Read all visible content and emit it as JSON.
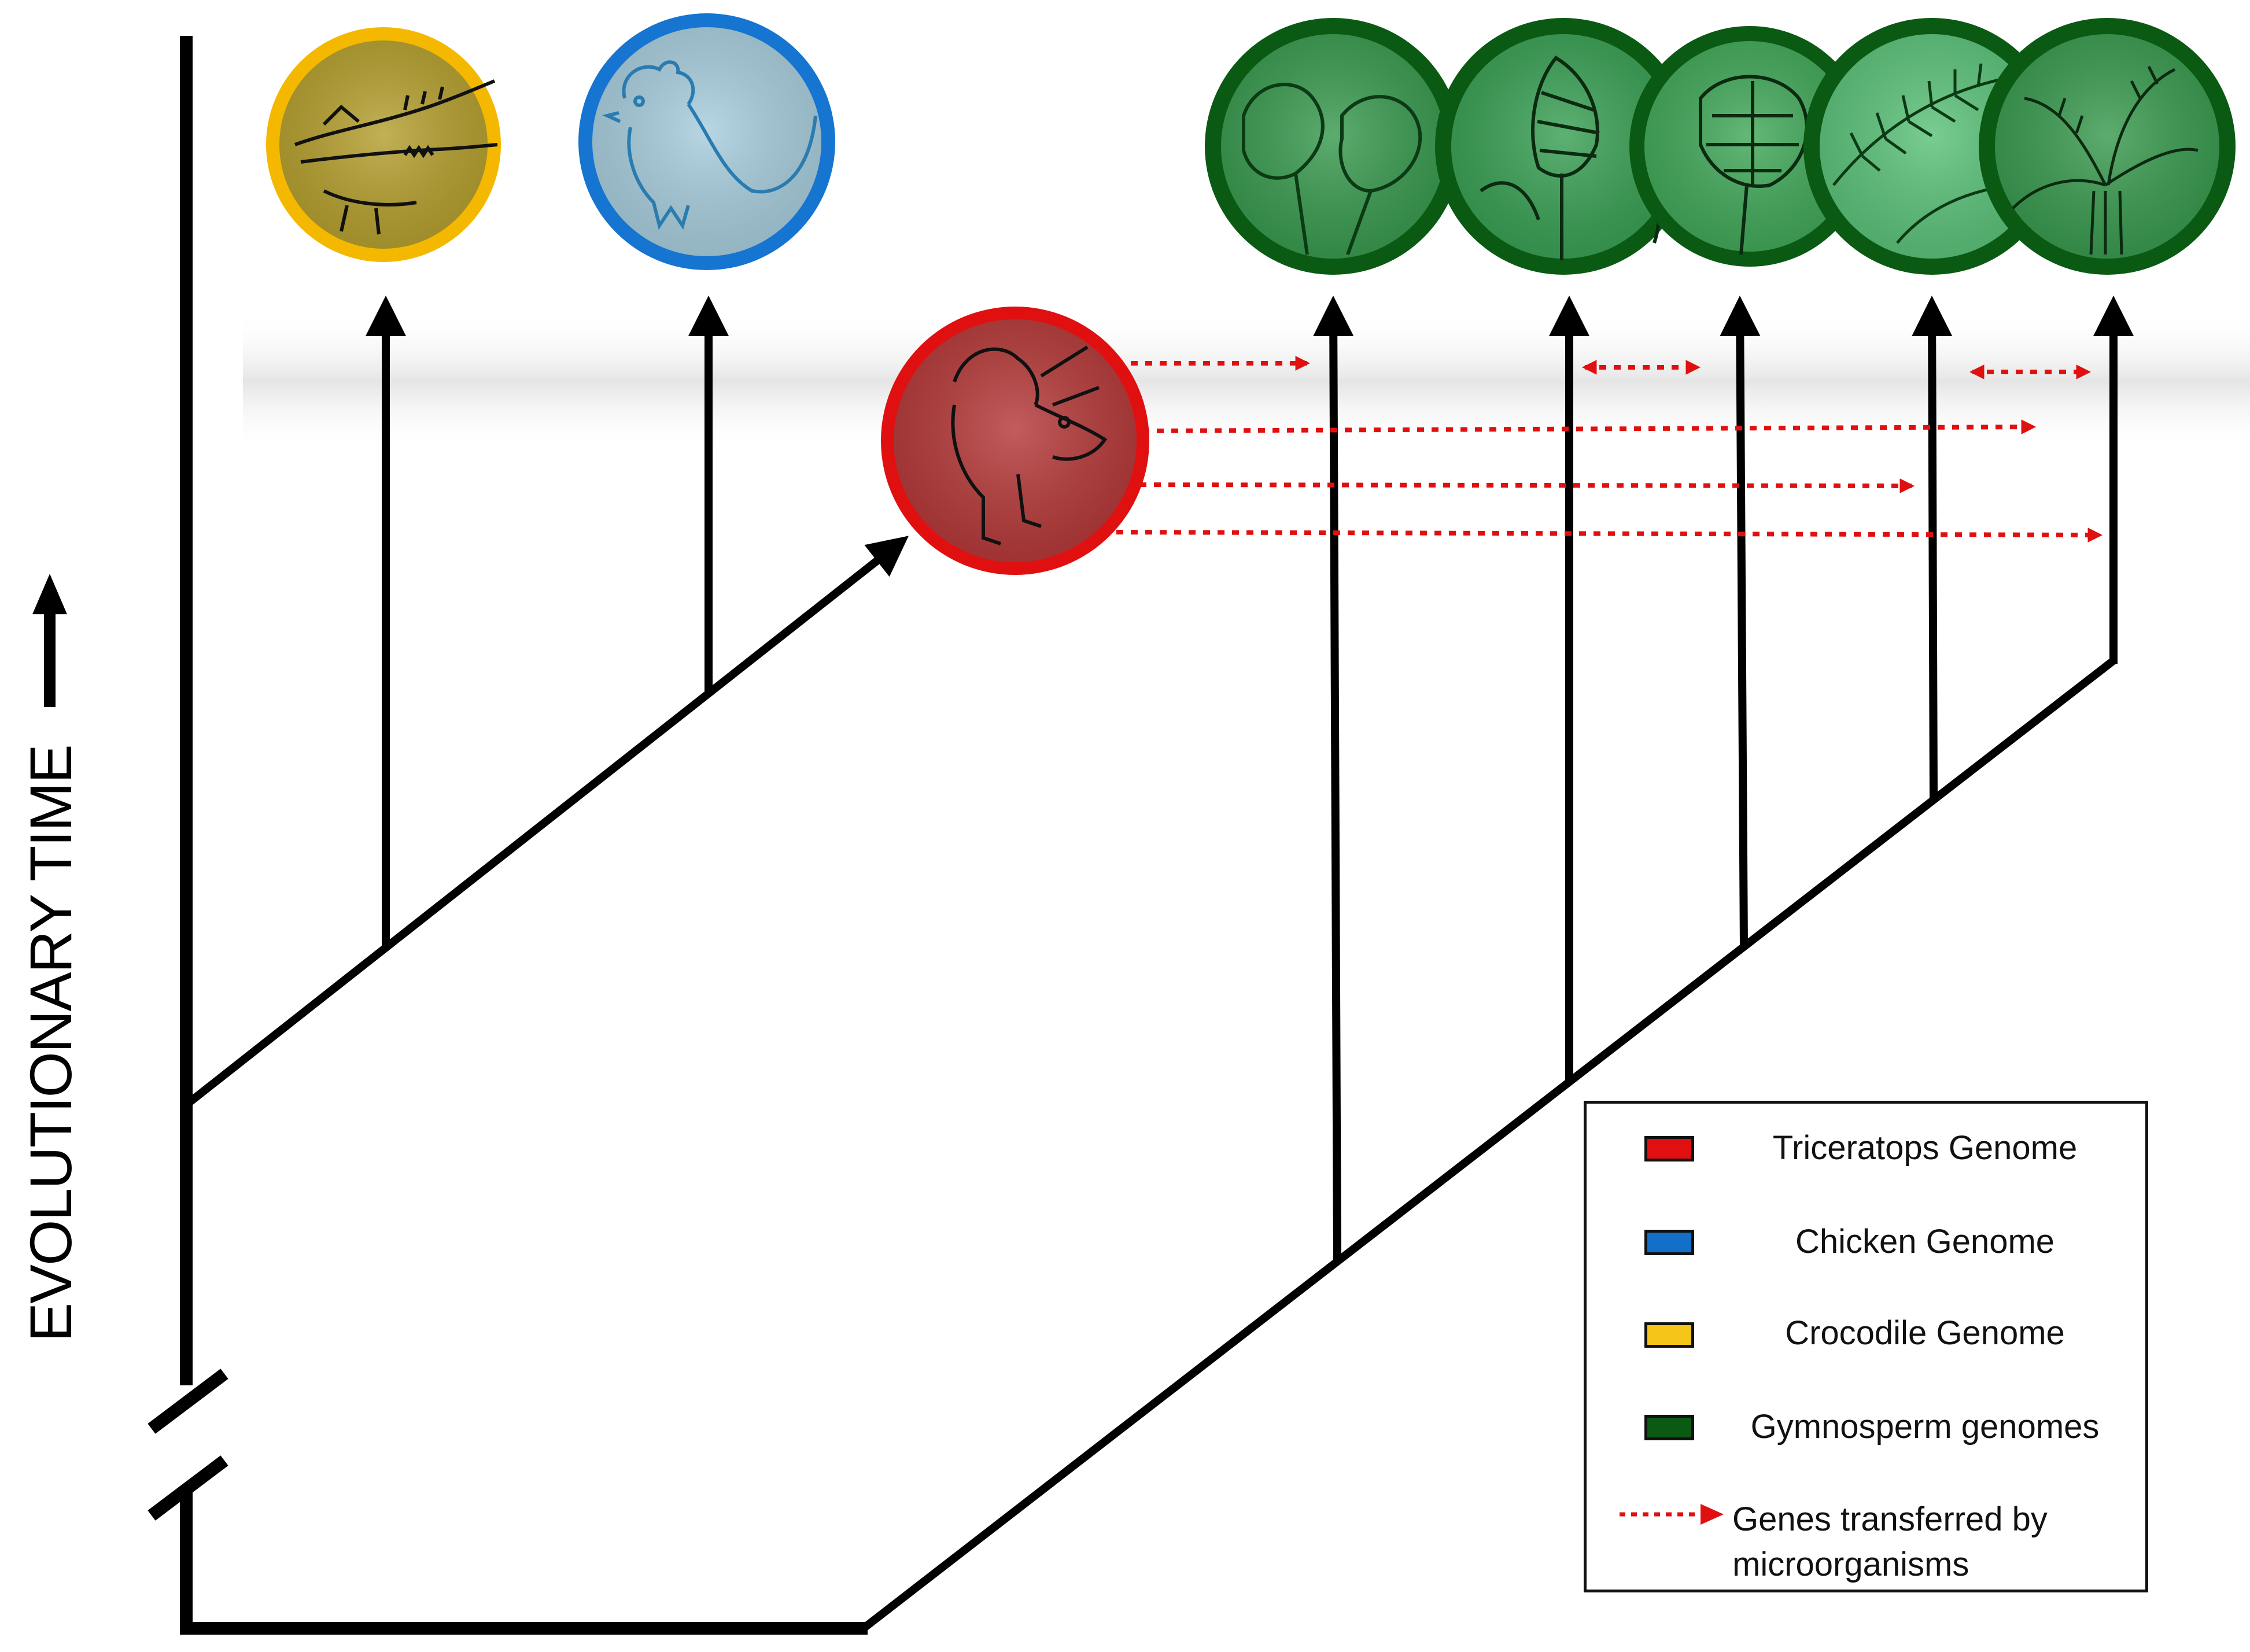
{
  "axis": {
    "label": "EVOLUTIONARY TIME"
  },
  "legend": {
    "items": [
      {
        "label": "Triceratops Genome",
        "color": "#e01010"
      },
      {
        "label": "Chicken Genome",
        "color": "#1270c8"
      },
      {
        "label": "Crocodile Genome",
        "color": "#f5c518"
      },
      {
        "label": "Gymnosperm genomes",
        "color": "#0b5a14"
      }
    ],
    "transfer_label": "Genes transferred by microorganisms",
    "transfer_color": "#e01010"
  },
  "taxa": [
    {
      "id": "crocodile",
      "group": "Crocodile",
      "icon": "crocodile-icon",
      "ring": "#f5b800",
      "fill": "#b5a030"
    },
    {
      "id": "chicken",
      "group": "Chicken",
      "icon": "chicken-icon",
      "ring": "#1575d0",
      "fill": "#a8cddd"
    },
    {
      "id": "triceratops",
      "group": "Triceratops",
      "icon": "triceratops-icon",
      "ring": "#e01010",
      "fill": "#b53a3a"
    },
    {
      "id": "ginkgo",
      "group": "Gymnosperm",
      "icon": "ginkgo-leaf-icon",
      "ring": "#0b5a14",
      "fill": "#3a9a50"
    },
    {
      "id": "conifer-cone",
      "group": "Gymnosperm",
      "icon": "conifer-cone-icon",
      "ring": "#0b5a14",
      "fill": "#3aa055"
    },
    {
      "id": "pine-cone",
      "group": "Gymnosperm",
      "icon": "pine-cone-icon",
      "ring": "#0b5a14",
      "fill": "#42a85a"
    },
    {
      "id": "fern-frond",
      "group": "Gymnosperm",
      "icon": "frond-icon",
      "ring": "#0b5a14",
      "fill": "#5cc27a"
    },
    {
      "id": "cycad",
      "group": "Gymnosperm",
      "icon": "cycad-icon",
      "ring": "#0b5a14",
      "fill": "#3a9a50"
    }
  ],
  "transfers": [
    {
      "from": "triceratops",
      "to": "ginkgo",
      "bidirectional": false
    },
    {
      "from": "triceratops",
      "to": "fern-frond",
      "bidirectional": false
    },
    {
      "from": "triceratops",
      "to": "cycad-path",
      "bidirectional": false
    },
    {
      "from": "triceratops",
      "to": "cycad",
      "bidirectional": false
    },
    {
      "from": "conifer-cone",
      "to": "pine-cone",
      "bidirectional": true
    },
    {
      "from": "fern-frond",
      "to": "cycad",
      "bidirectional": true
    }
  ]
}
